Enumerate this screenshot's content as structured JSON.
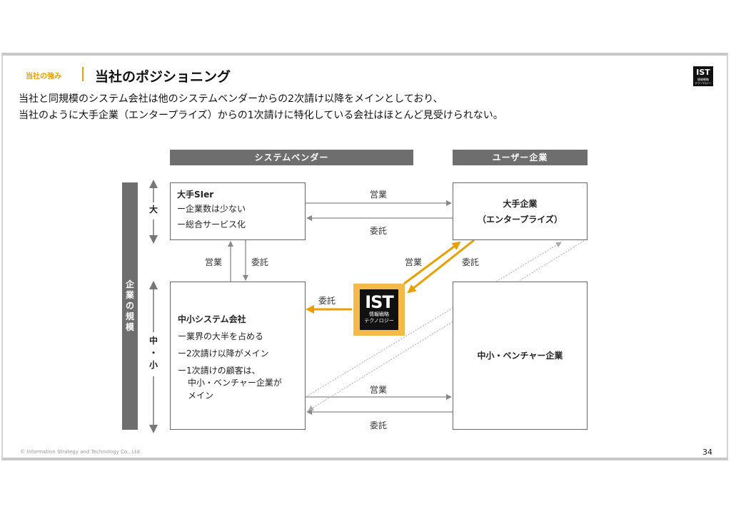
{
  "header": {
    "section_label": "当社の強み",
    "title": "当社のポジショニング",
    "logo_text": "IST",
    "logo_sub1": "情報戦略",
    "logo_sub2": "テクノロジー"
  },
  "lead": {
    "line1": "当社と同規模のシステム会社は他のシステムベンダーからの2次請け以降をメインとしており、",
    "line2": "当社のように大手企業（エンタープライズ）からの1次請けに特化している会社はほとんど見受けられない。"
  },
  "diagram": {
    "col_system_vendor": "システムベンダー",
    "col_user_company": "ユーザー企業",
    "scale_label": [
      "企",
      "業",
      "の",
      "規",
      "模"
    ],
    "scale_large": "大",
    "scale_small": [
      "中",
      "・",
      "小"
    ],
    "large_sier": {
      "title": "大手SIer",
      "items": [
        "ー企業数は少ない",
        "ー総合サービス化"
      ]
    },
    "enterprise": {
      "line1": "大手企業",
      "line2": "（エンタープライズ）"
    },
    "sme_system": {
      "title": "中小システム会社",
      "items": [
        "ー業界の大半を占める",
        "ー2次請け以降がメイン",
        "ー1次請けの顧客は、"
      ],
      "cont": [
        "中小・ベンチャー企業が",
        "メイン"
      ]
    },
    "sme_venture": "中小・ベンチャー企業",
    "labels": {
      "sales": "営業",
      "consign": "委託"
    },
    "ist_logo": {
      "text": "IST",
      "sub1": "情報戦略",
      "sub2": "テクノロジー"
    }
  },
  "footer": {
    "copyright": "© Information Strategy and Technology Co., Ltd.",
    "page_number": "34"
  },
  "colors": {
    "accent": "#e8a000",
    "header_gray": "#6e6e6e"
  }
}
